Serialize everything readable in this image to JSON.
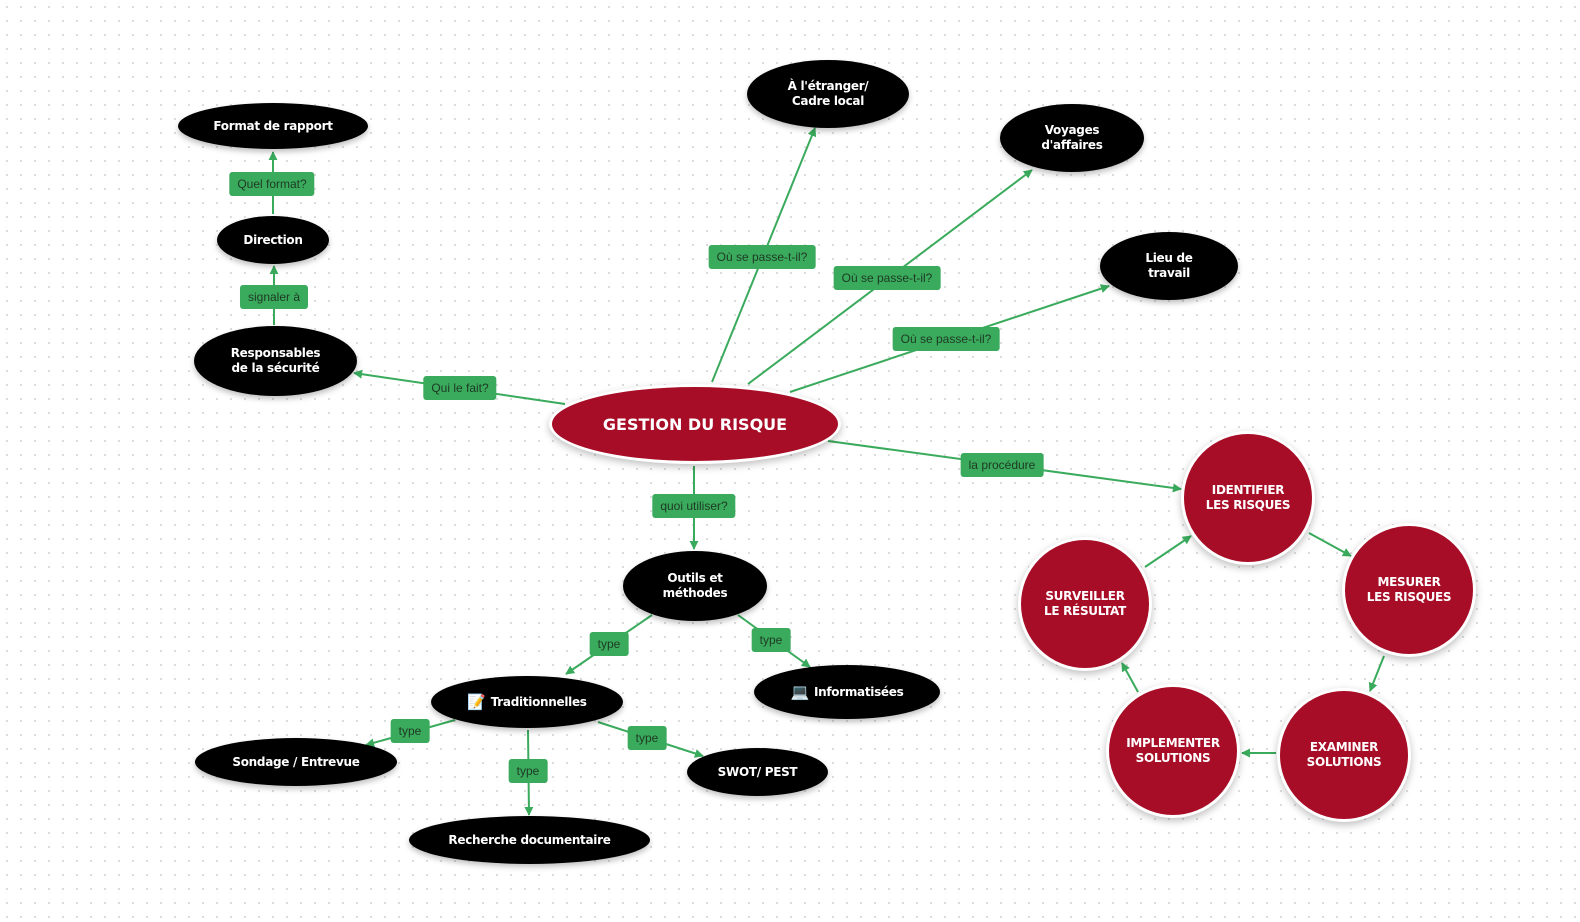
{
  "central": "GESTION DU RISQUE",
  "nodes": {
    "abroad": "À l'étranger/\nCadre local",
    "travel": "Voyages\nd'affaires",
    "workplace": "Lieu de\ntravail",
    "report_format": "Format de rapport",
    "direction": "Direction",
    "security": "Responsables\nde la sécurité",
    "tools": "Outils et\nméthodes",
    "traditional": "Traditionnelles",
    "computerized": "Informatisées",
    "survey": "Sondage / Entrevue",
    "swot": "SWOT/ PEST",
    "research": "Recherche documentaire"
  },
  "icons": {
    "traditional": "memo-icon",
    "computerized": "laptop-icon"
  },
  "cycle": {
    "identify": "IDENTIFIER\nLES RISQUES",
    "measure": "MESURER\nLES RISQUES",
    "examine": "EXAMINER\nSOLUTIONS",
    "implement": "IMPLEMENTER\nSOLUTIONS",
    "monitor": "SURVEILLER\nLE RÉSULTAT"
  },
  "edges": {
    "abroad": "Où se passe-t-il?",
    "travel": "Où se passe-t-il?",
    "workplace": "Où se passe-t-il?",
    "who": "Qui le fait?",
    "report_to": "signaler à",
    "which_format": "Quel format?",
    "procedure": "la procédure",
    "what_use": "quoi utiliser?",
    "type_traditional": "type",
    "type_computerized": "type",
    "type_survey": "type",
    "type_research": "type",
    "type_swot": "type"
  },
  "colors": {
    "edge": "#3aaa5c",
    "label_bg": "#3aaa5c",
    "node_black": "#000000",
    "node_red": "#a80d27"
  }
}
